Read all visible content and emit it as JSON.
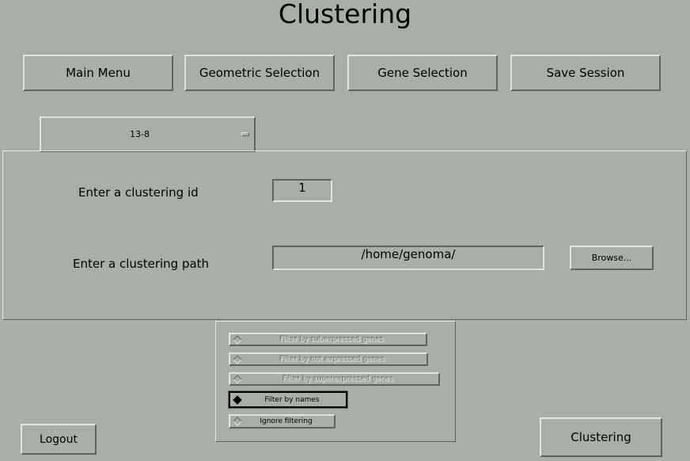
{
  "title": "Clustering",
  "nav": {
    "main_menu": "Main Menu",
    "geometric_selection": "Geometric Selection",
    "gene_selection": "Gene Selection",
    "save_session": "Save Session"
  },
  "dataset_dropdown": {
    "value": "13-8"
  },
  "form": {
    "id_label": "Enter a clustering id",
    "id_value": "1",
    "path_label": "Enter a clustering path",
    "path_value": "/home/genoma/",
    "browse": "Browse..."
  },
  "filters": {
    "options": [
      {
        "label": "Filter by subexpressed genes",
        "selected": false,
        "enabled": false
      },
      {
        "label": "Filter by not expressed genes",
        "selected": false,
        "enabled": false
      },
      {
        "label": "Filter by superexpressed genes",
        "selected": false,
        "enabled": false
      },
      {
        "label": "Filter by names",
        "selected": true,
        "enabled": true
      },
      {
        "label": "Ignore filtering",
        "selected": false,
        "enabled": true
      }
    ]
  },
  "footer": {
    "logout": "Logout",
    "clustering": "Clustering"
  }
}
